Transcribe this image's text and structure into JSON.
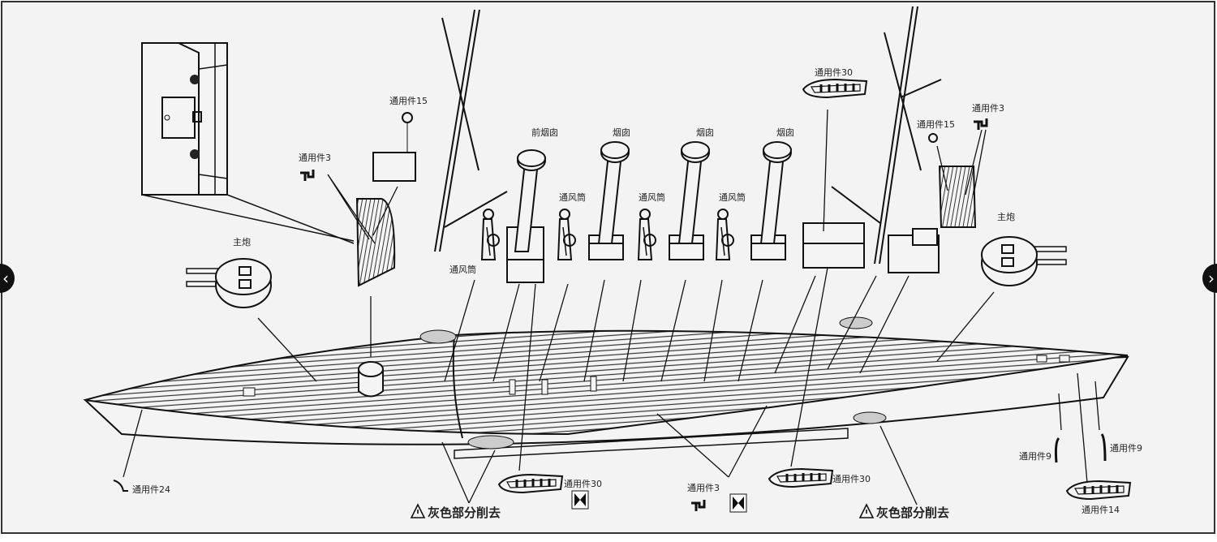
{
  "labels": {
    "part15_left": "通用件15",
    "part3_left": "通用件3",
    "main_gun_left": "主炮",
    "vent_left": "通风筒",
    "front_funnel": "前烟囱",
    "funnel_1": "烟囱",
    "funnel_2": "烟囱",
    "funnel_3": "烟囱",
    "vent_1": "通风筒",
    "vent_2": "通风筒",
    "vent_3": "通风筒",
    "part30_top": "通用件30",
    "part15_right": "通用件15",
    "part3_right": "通用件3",
    "main_gun_right": "主炮",
    "part24": "通用件24",
    "part30_bottom_left": "通用件30",
    "part3_bottom": "通用件3",
    "part30_bottom_right": "通用件30",
    "part9_left": "通用件9",
    "part9_right": "通用件9",
    "part14": "通用件14",
    "cut_grey_left": "灰色部分削去",
    "cut_grey_right": "灰色部分削去"
  },
  "nav": {
    "prev": "‹",
    "next": "›"
  },
  "icons": [
    "warning-triangle-icon",
    "chevron-left-icon",
    "chevron-right-icon",
    "cement-mark-icon"
  ]
}
